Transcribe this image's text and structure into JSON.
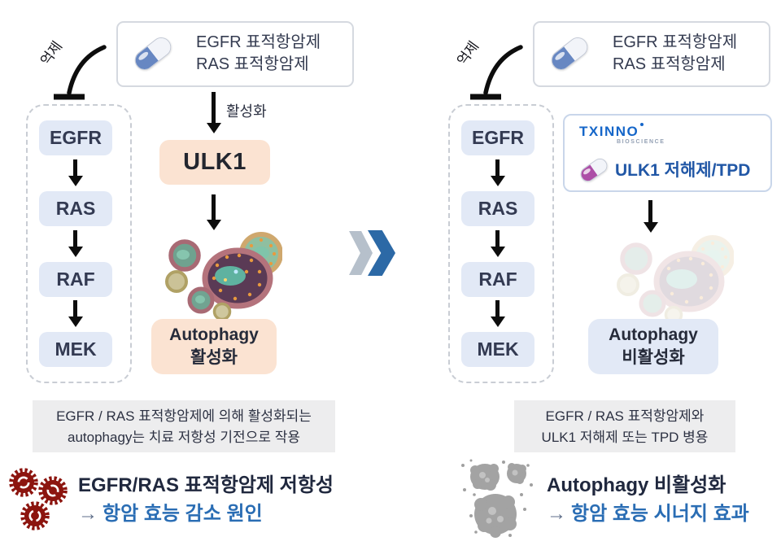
{
  "colors": {
    "accent_blue": "#2a6db4",
    "dark_navy_text": "#2c3142",
    "peach_box": "#fbe3d2",
    "light_blue_box": "#e2e9f6",
    "info_gray_box": "#ededee",
    "chevron_blue": "#2c69a6",
    "chevron_gray": "#b6c0cb",
    "logo_blue": "#1566c9",
    "drug_label_blue": "#2157a6",
    "resistant_cell_red": "#8c150f"
  },
  "left": {
    "drug_box": {
      "lines": [
        "EGFR 표적항암제",
        "RAS 표적항암제"
      ]
    },
    "inhibit_label": "억제",
    "activate_label": "활성화",
    "ulk1_label": "ULK1",
    "pathway": [
      "EGFR",
      "RAS",
      "RAF",
      "MEK"
    ],
    "autophagy_box": {
      "line1": "Autophagy",
      "line2": "활성화"
    },
    "info_box": {
      "line1": "EGFR / RAS 표적항암제에 의해 활성화되는",
      "line2": "autophagy는 치료 저항성 기전으로 작용"
    },
    "conclusion": {
      "line1": "EGFR/RAS 표적항암제 저항성",
      "arrow": "→",
      "line2": "항암 효능 감소 원인"
    }
  },
  "right": {
    "drug_box": {
      "lines": [
        "EGFR 표적항암제",
        "RAS 표적항암제"
      ]
    },
    "inhibit_label": "억제",
    "txinno": {
      "logo": "TXINNO",
      "logo_sub": "BIOSCIENCE",
      "drug_label": "ULK1 저해제/TPD"
    },
    "pathway": [
      "EGFR",
      "RAS",
      "RAF",
      "MEK"
    ],
    "autophagy_box": {
      "line1": "Autophagy",
      "line2": "비활성화"
    },
    "info_box": {
      "line1": "EGFR / RAS 표적항암제와",
      "line2": "ULK1 저해제 또는 TPD 병용"
    },
    "conclusion": {
      "line1": "Autophagy 비활성화",
      "arrow": "→",
      "line2": "항암 효능 시너지 효과"
    }
  }
}
